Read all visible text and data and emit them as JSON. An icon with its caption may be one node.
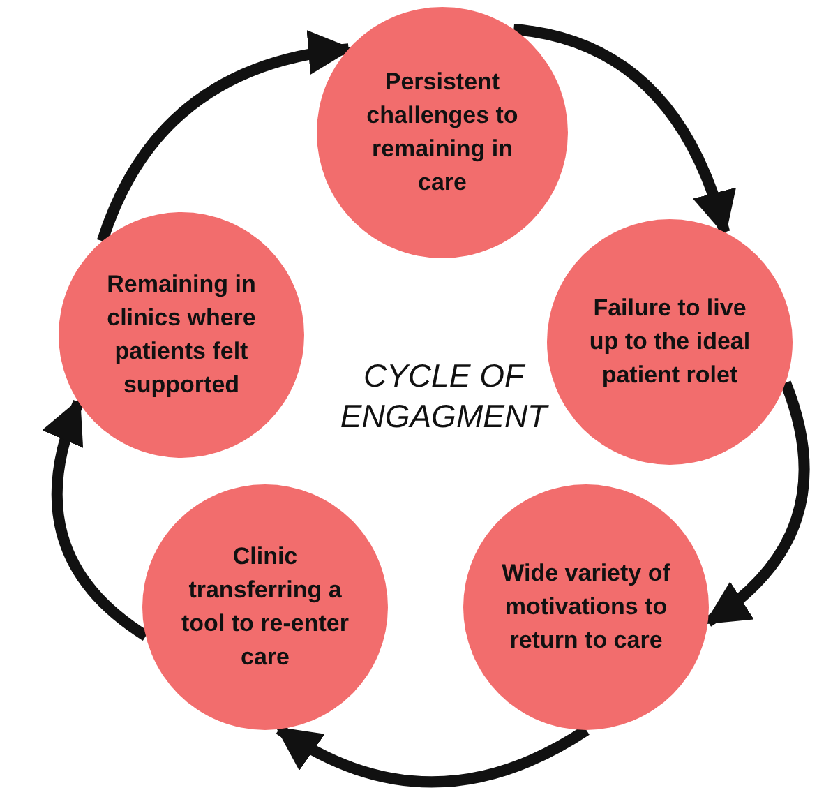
{
  "diagram": {
    "nodes": [
      {
        "text": [
          "Persistent challenges to remaining in care"
        ]
      },
      {
        "text": [
          "Failure to live up to the ideal patient rolet"
        ]
      },
      {
        "text": [
          "Wide variety of motivations to return to care"
        ]
      },
      {
        "text": [
          "Clinic transferring a tool to re-enter care"
        ]
      },
      {
        "text": [
          "Remaining in clinics where patients felt supported"
        ]
      }
    ],
    "edges": [
      {
        "from": 0,
        "to": 1,
        "arrow": "to"
      },
      {
        "from": 1,
        "to": 2,
        "arrow": "to"
      },
      {
        "from": 2,
        "to": 3,
        "arrow": "to"
      },
      {
        "from": 3,
        "to": 4,
        "arrow": "to"
      },
      {
        "from": 4,
        "to": 0,
        "arrow": "to"
      }
    ],
    "labels": [
      "CYCLE OF ENGAGMENT"
    ]
  }
}
